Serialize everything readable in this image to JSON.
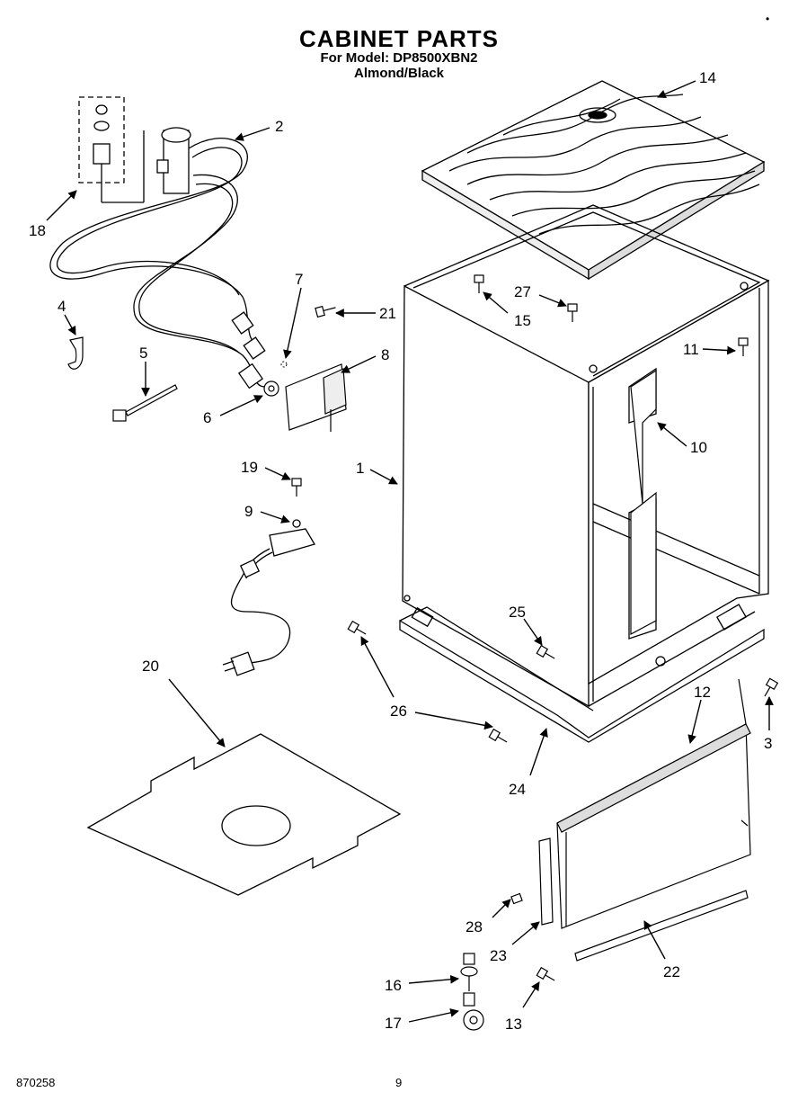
{
  "title": "CABINET PARTS",
  "model_line": "For Model: DP8500XBN2",
  "color_line": "Almond/Black",
  "footer": {
    "doc_code": "870258",
    "page": "9"
  },
  "corner_mark": "•",
  "callouts": {
    "p1": "1",
    "p2": "2",
    "p3": "3",
    "p4": "4",
    "p5": "5",
    "p6": "6",
    "p7": "7",
    "p8": "8",
    "p9": "9",
    "p10": "10",
    "p11": "11",
    "p12": "12",
    "p13": "13",
    "p14": "14",
    "p15": "15",
    "p16": "16",
    "p17": "17",
    "p18": "18",
    "p19": "19",
    "p20": "20",
    "p21": "21",
    "p22": "22",
    "p23": "23",
    "p24": "24",
    "p25": "25",
    "p26": "26",
    "p27": "27",
    "p28": "28"
  }
}
